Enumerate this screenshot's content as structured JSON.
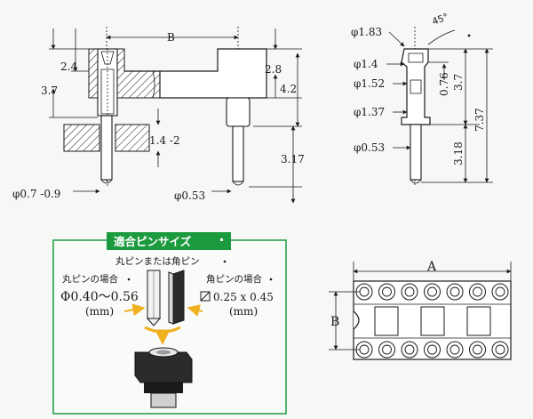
{
  "side_view": {
    "dim_B": "B",
    "dim_2_4": "2.4",
    "dim_3_7": "3.7",
    "dim_2_8": "2.8",
    "dim_4_2": "4.2",
    "dim_1_4_2": "1.4 -2",
    "dim_3_17": "3.17",
    "dim_phi_07_09": "φ0.7 -0.9",
    "dim_phi_053": "φ0.53"
  },
  "pin_view": {
    "dim_phi_183": "φ1.83",
    "dim_phi_14": "φ1.4",
    "dim_phi_152": "φ1.52",
    "dim_phi_137": "φ1.37",
    "dim_phi_053": "φ0.53",
    "dim_45": "45°",
    "dim_076": "0.76",
    "dim_37": "3.7",
    "dim_737": "7.37",
    "dim_318": "3.18"
  },
  "fit_box": {
    "title": "適合ピンサイズ",
    "subtitle": "丸ピンまたは角ピン",
    "round_label": "丸ピンの場合",
    "round_size": "Φ0.40〜0.56",
    "round_unit": "(mm)",
    "square_label": "角ピンの場合",
    "square_size": "0.25 x 0.45",
    "square_unit": "(mm)",
    "accent_color": "#1c9a3e",
    "arrow_color": "#f0b020"
  },
  "top_view": {
    "dim_A": "A",
    "dim_B": "B",
    "holes_per_row": 7
  }
}
